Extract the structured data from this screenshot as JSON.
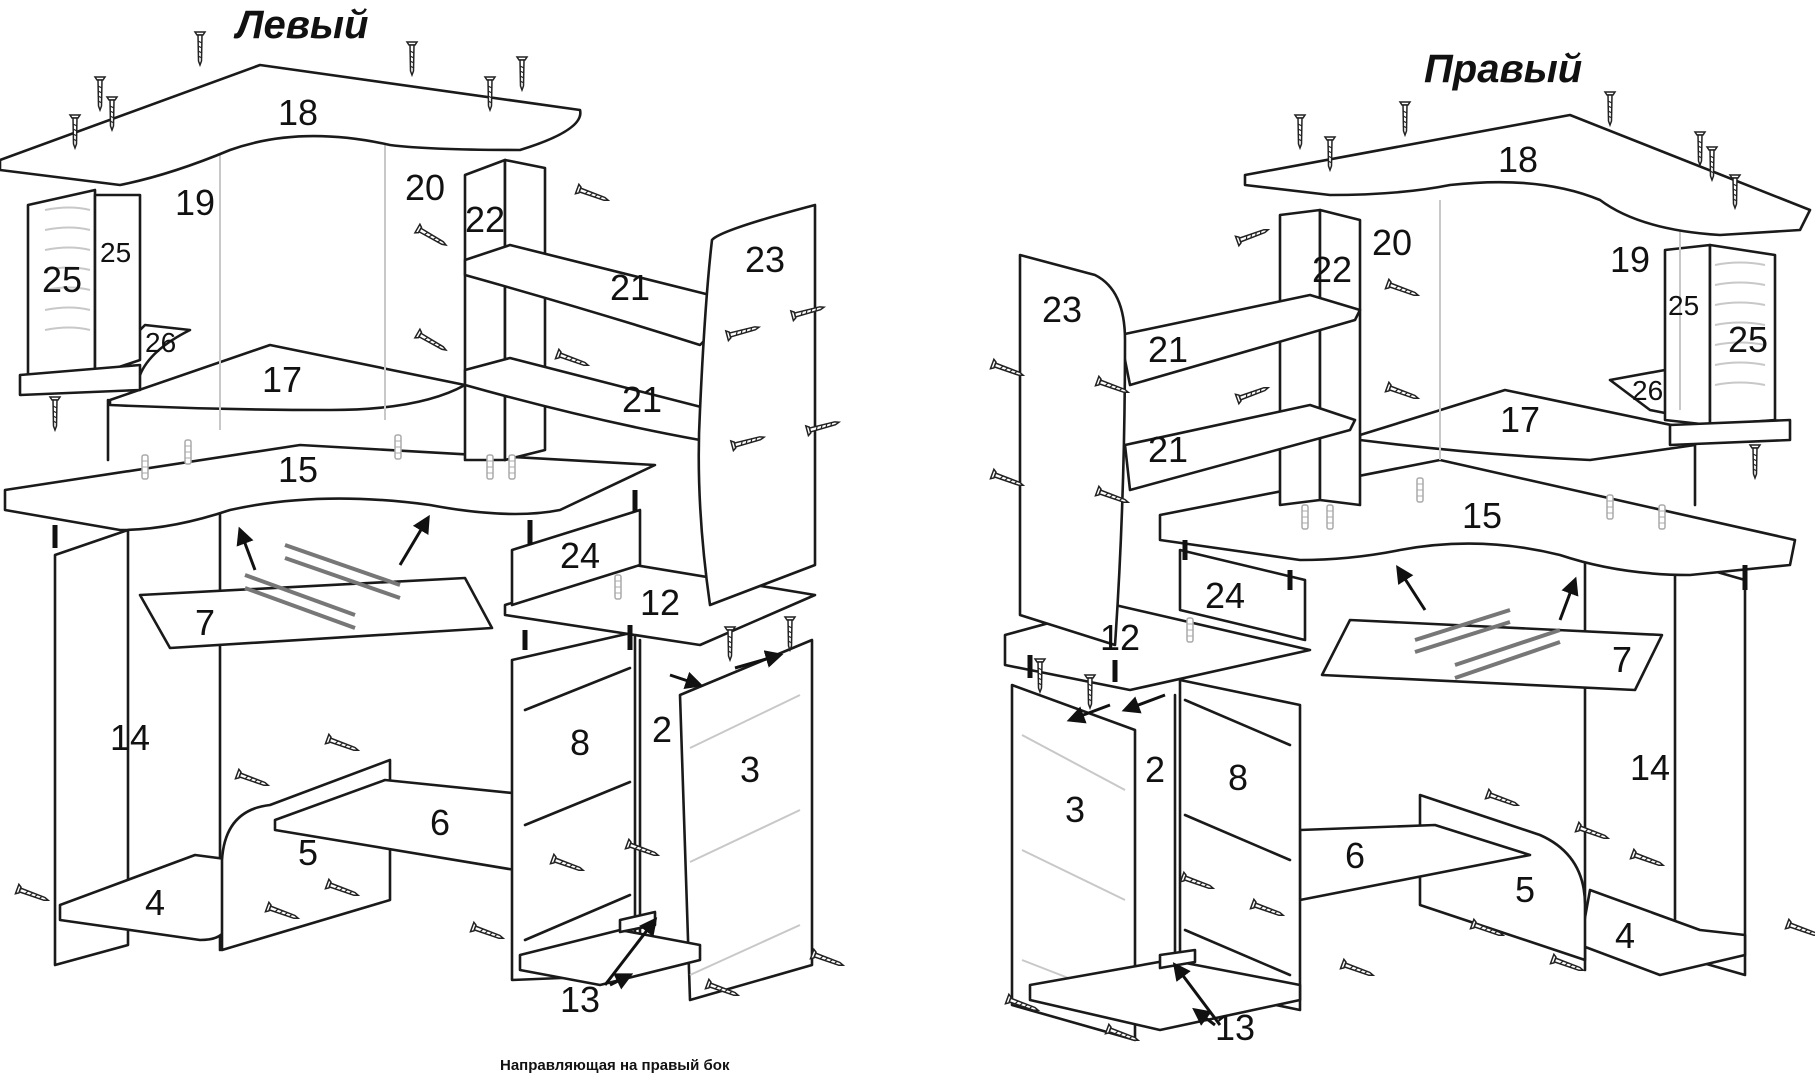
{
  "titles": {
    "left": "Левый",
    "right": "Правый"
  },
  "footnote": "Направляющая на правый бок",
  "left_labels": {
    "p18": "18",
    "p19": "19",
    "p20": "20",
    "p22": "22",
    "p23": "23",
    "p25a": "25",
    "p25b": "25",
    "p26": "26",
    "p17": "17",
    "p21a": "21",
    "p21b": "21",
    "p15": "15",
    "p24": "24",
    "p7": "7",
    "p12": "12",
    "p14": "14",
    "p8": "8",
    "p2": "2",
    "p3": "3",
    "p6": "6",
    "p5": "5",
    "p4": "4",
    "p13": "13"
  },
  "right_labels": {
    "p18": "18",
    "p20": "20",
    "p22": "22",
    "p19": "19",
    "p23": "23",
    "p25a": "25",
    "p25b": "25",
    "p26": "26",
    "p21a": "21",
    "p21b": "21",
    "p17": "17",
    "p15": "15",
    "p24": "24",
    "p7": "7",
    "p12": "12",
    "p14": "14",
    "p3": "3",
    "p2": "2",
    "p8": "8",
    "p6": "6",
    "p5": "5",
    "p4": "4",
    "p13": "13"
  },
  "icons": [
    "screw-icon",
    "dowel-icon",
    "confirmat-icon",
    "drawer-runner-icon",
    "arrow-icon"
  ]
}
